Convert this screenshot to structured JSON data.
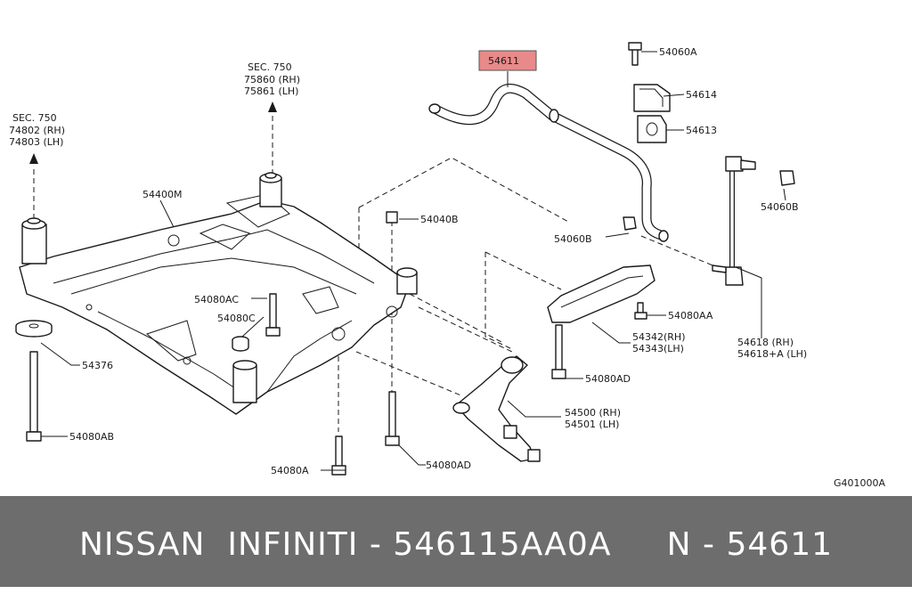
{
  "diagram": {
    "highlight_color": "#e88a8a",
    "callouts": {
      "stabilizer_bar": "54611",
      "bolt_top": "54060A",
      "clamp": "54614",
      "bushing": "54613",
      "nut_right": "54060B",
      "nut_left": "54060B",
      "nut_crossmember": "54040B",
      "bolt_ac": "54080AC",
      "bolt_c": "54080C",
      "bolt_aa": "54080AA",
      "bolt_ad": "54080AD",
      "bolt_ab": "54080AB",
      "bolt_a": "54080A",
      "bolt_ad2": "54080AD",
      "member": "54400M",
      "insulator": "54376",
      "link": [
        "54618 (RH)",
        "54618+A (LH)"
      ],
      "bracket": [
        "54342(RH)",
        "54343(LH)"
      ],
      "lower_arm": [
        "54500 (RH)",
        "54501 (LH)"
      ],
      "sec_left": [
        "SEC. 750",
        "74802 (RH)",
        "74803 (LH)"
      ],
      "sec_right": [
        "SEC. 750",
        "75860 (RH)",
        "75861 (LH)"
      ]
    },
    "figure_code": "G401000A"
  },
  "banner": {
    "text": "NISSAN  INFINITI - 546115AA0A     N - 54611",
    "background": "#6d6d6d"
  }
}
